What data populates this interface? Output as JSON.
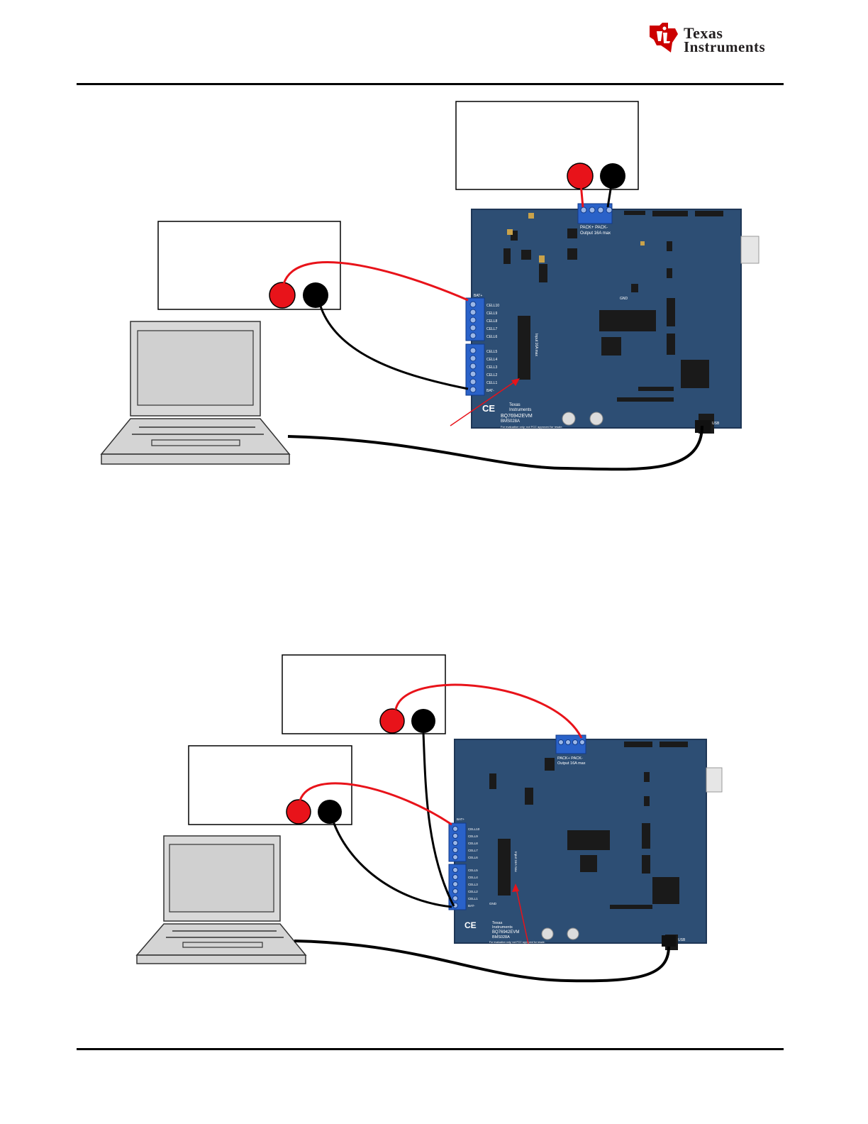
{
  "header": {
    "logo_line1": "Texas",
    "logo_line2": "Instruments",
    "colors": {
      "logo_red": "#cc0000",
      "rule": "#000000"
    }
  },
  "board": {
    "name": "BQ76942EVM",
    "part": "BMS028A",
    "ti_line1": "Texas",
    "ti_line2": "Instruments",
    "pack_labels": "PACK+  PACK-",
    "pack_rating": "Output 16A max",
    "input_rating": "Input 16A max",
    "bat_plus": "BAT+",
    "bat_minus": "BAT-",
    "cell_labels_upper": [
      "CELL10",
      "CELL9",
      "CELL8",
      "CELL7",
      "CELL6"
    ],
    "cell_labels_lower": [
      "CELL5",
      "CELL4",
      "CELL3",
      "CELL2",
      "CELL1",
      "BAT-"
    ],
    "usb": "USB",
    "gnd": "GND",
    "ce_mark": "CE",
    "disclaimer": "For evaluation only; not FCC approved for resale.",
    "colors": {
      "pcb": "#2d4e74",
      "terminal": "#2a62c9",
      "red_lead": "#e8131a",
      "black_lead": "#000000"
    }
  }
}
